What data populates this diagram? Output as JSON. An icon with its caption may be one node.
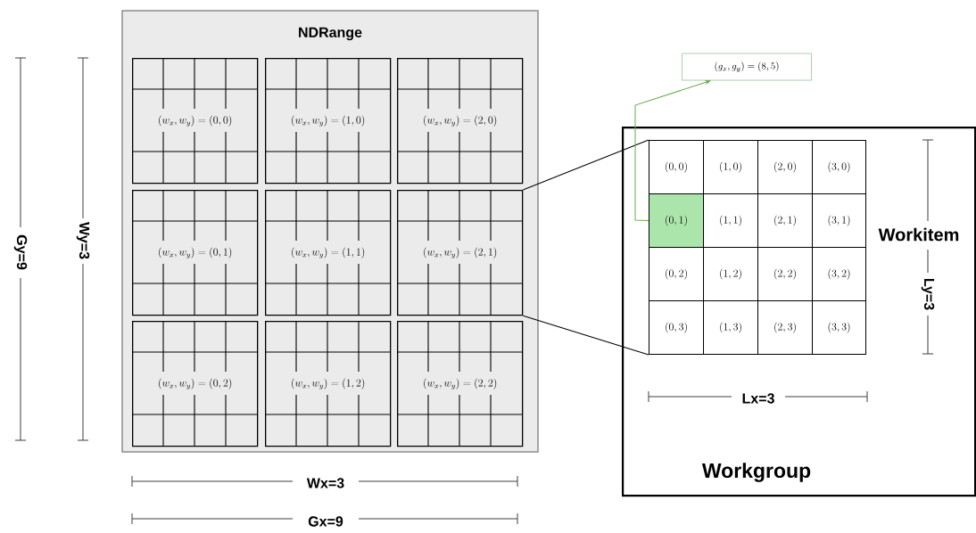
{
  "diagram": {
    "nodes": [
      {
        "text": [
          "NDRange"
        ]
      },
      {
        "text": [
          "(w_x, w_y) = (0,0)"
        ],
        "in": 0
      },
      {
        "text": [
          "(w_x, w_y) = (1,0)"
        ],
        "in": 0
      },
      {
        "text": [
          "(w_x, w_y) = (2,0)"
        ],
        "in": 0
      },
      {
        "text": [
          "(w_x, w_y) = (0,1)"
        ],
        "in": 0
      },
      {
        "text": [
          "(w_x, w_y) = (1,1)"
        ],
        "in": 0
      },
      {
        "text": [
          "(w_x, w_y) = (2,1)"
        ],
        "in": 0
      },
      {
        "text": [
          "(w_x, w_y) = (0,2)"
        ],
        "in": 0
      },
      {
        "text": [
          "(w_x, w_y) = (1,2)"
        ],
        "in": 0
      },
      {
        "text": [
          "(w_x, w_y) = (2,2)"
        ],
        "in": 0
      },
      {
        "text": [
          "Workgroup"
        ]
      },
      {
        "text": [
          "(0,0)"
        ],
        "in": 10
      },
      {
        "text": [
          "(1,0)"
        ],
        "in": 10
      },
      {
        "text": [
          "(2,0)"
        ],
        "in": 10
      },
      {
        "text": [
          "(3,0)"
        ],
        "in": 10
      },
      {
        "text": [
          "(0,1)"
        ],
        "in": 10
      },
      {
        "text": [
          "(1,1)"
        ],
        "in": 10
      },
      {
        "text": [
          "(2,1)"
        ],
        "in": 10
      },
      {
        "text": [
          "(3,1)"
        ],
        "in": 10
      },
      {
        "text": [
          "(0,2)"
        ],
        "in": 10
      },
      {
        "text": [
          "(1,2)"
        ],
        "in": 10
      },
      {
        "text": [
          "(2,2)"
        ],
        "in": 10
      },
      {
        "text": [
          "(3,2)"
        ],
        "in": 10
      },
      {
        "text": [
          "(0,3)"
        ],
        "in": 10
      },
      {
        "text": [
          "(1,3)"
        ],
        "in": 10
      },
      {
        "text": [
          "(2,3)"
        ],
        "in": 10
      },
      {
        "text": [
          "(3,3)"
        ],
        "in": 10
      },
      {
        "text": [
          "(g_x, g_y) = (8,5)"
        ]
      }
    ],
    "edges": [
      {
        "from": 6,
        "to": 11,
        "arrow": "none"
      },
      {
        "from": 6,
        "to": 23,
        "arrow": "none"
      },
      {
        "from": 15,
        "to": 27,
        "arrow": "to",
        "color": "#6aa84f"
      }
    ],
    "labels": [
      "Gy=9",
      "Wy=3",
      "Workitem",
      "Ly=3",
      "Lx=3",
      "Wx=3",
      "Gx=9"
    ]
  }
}
